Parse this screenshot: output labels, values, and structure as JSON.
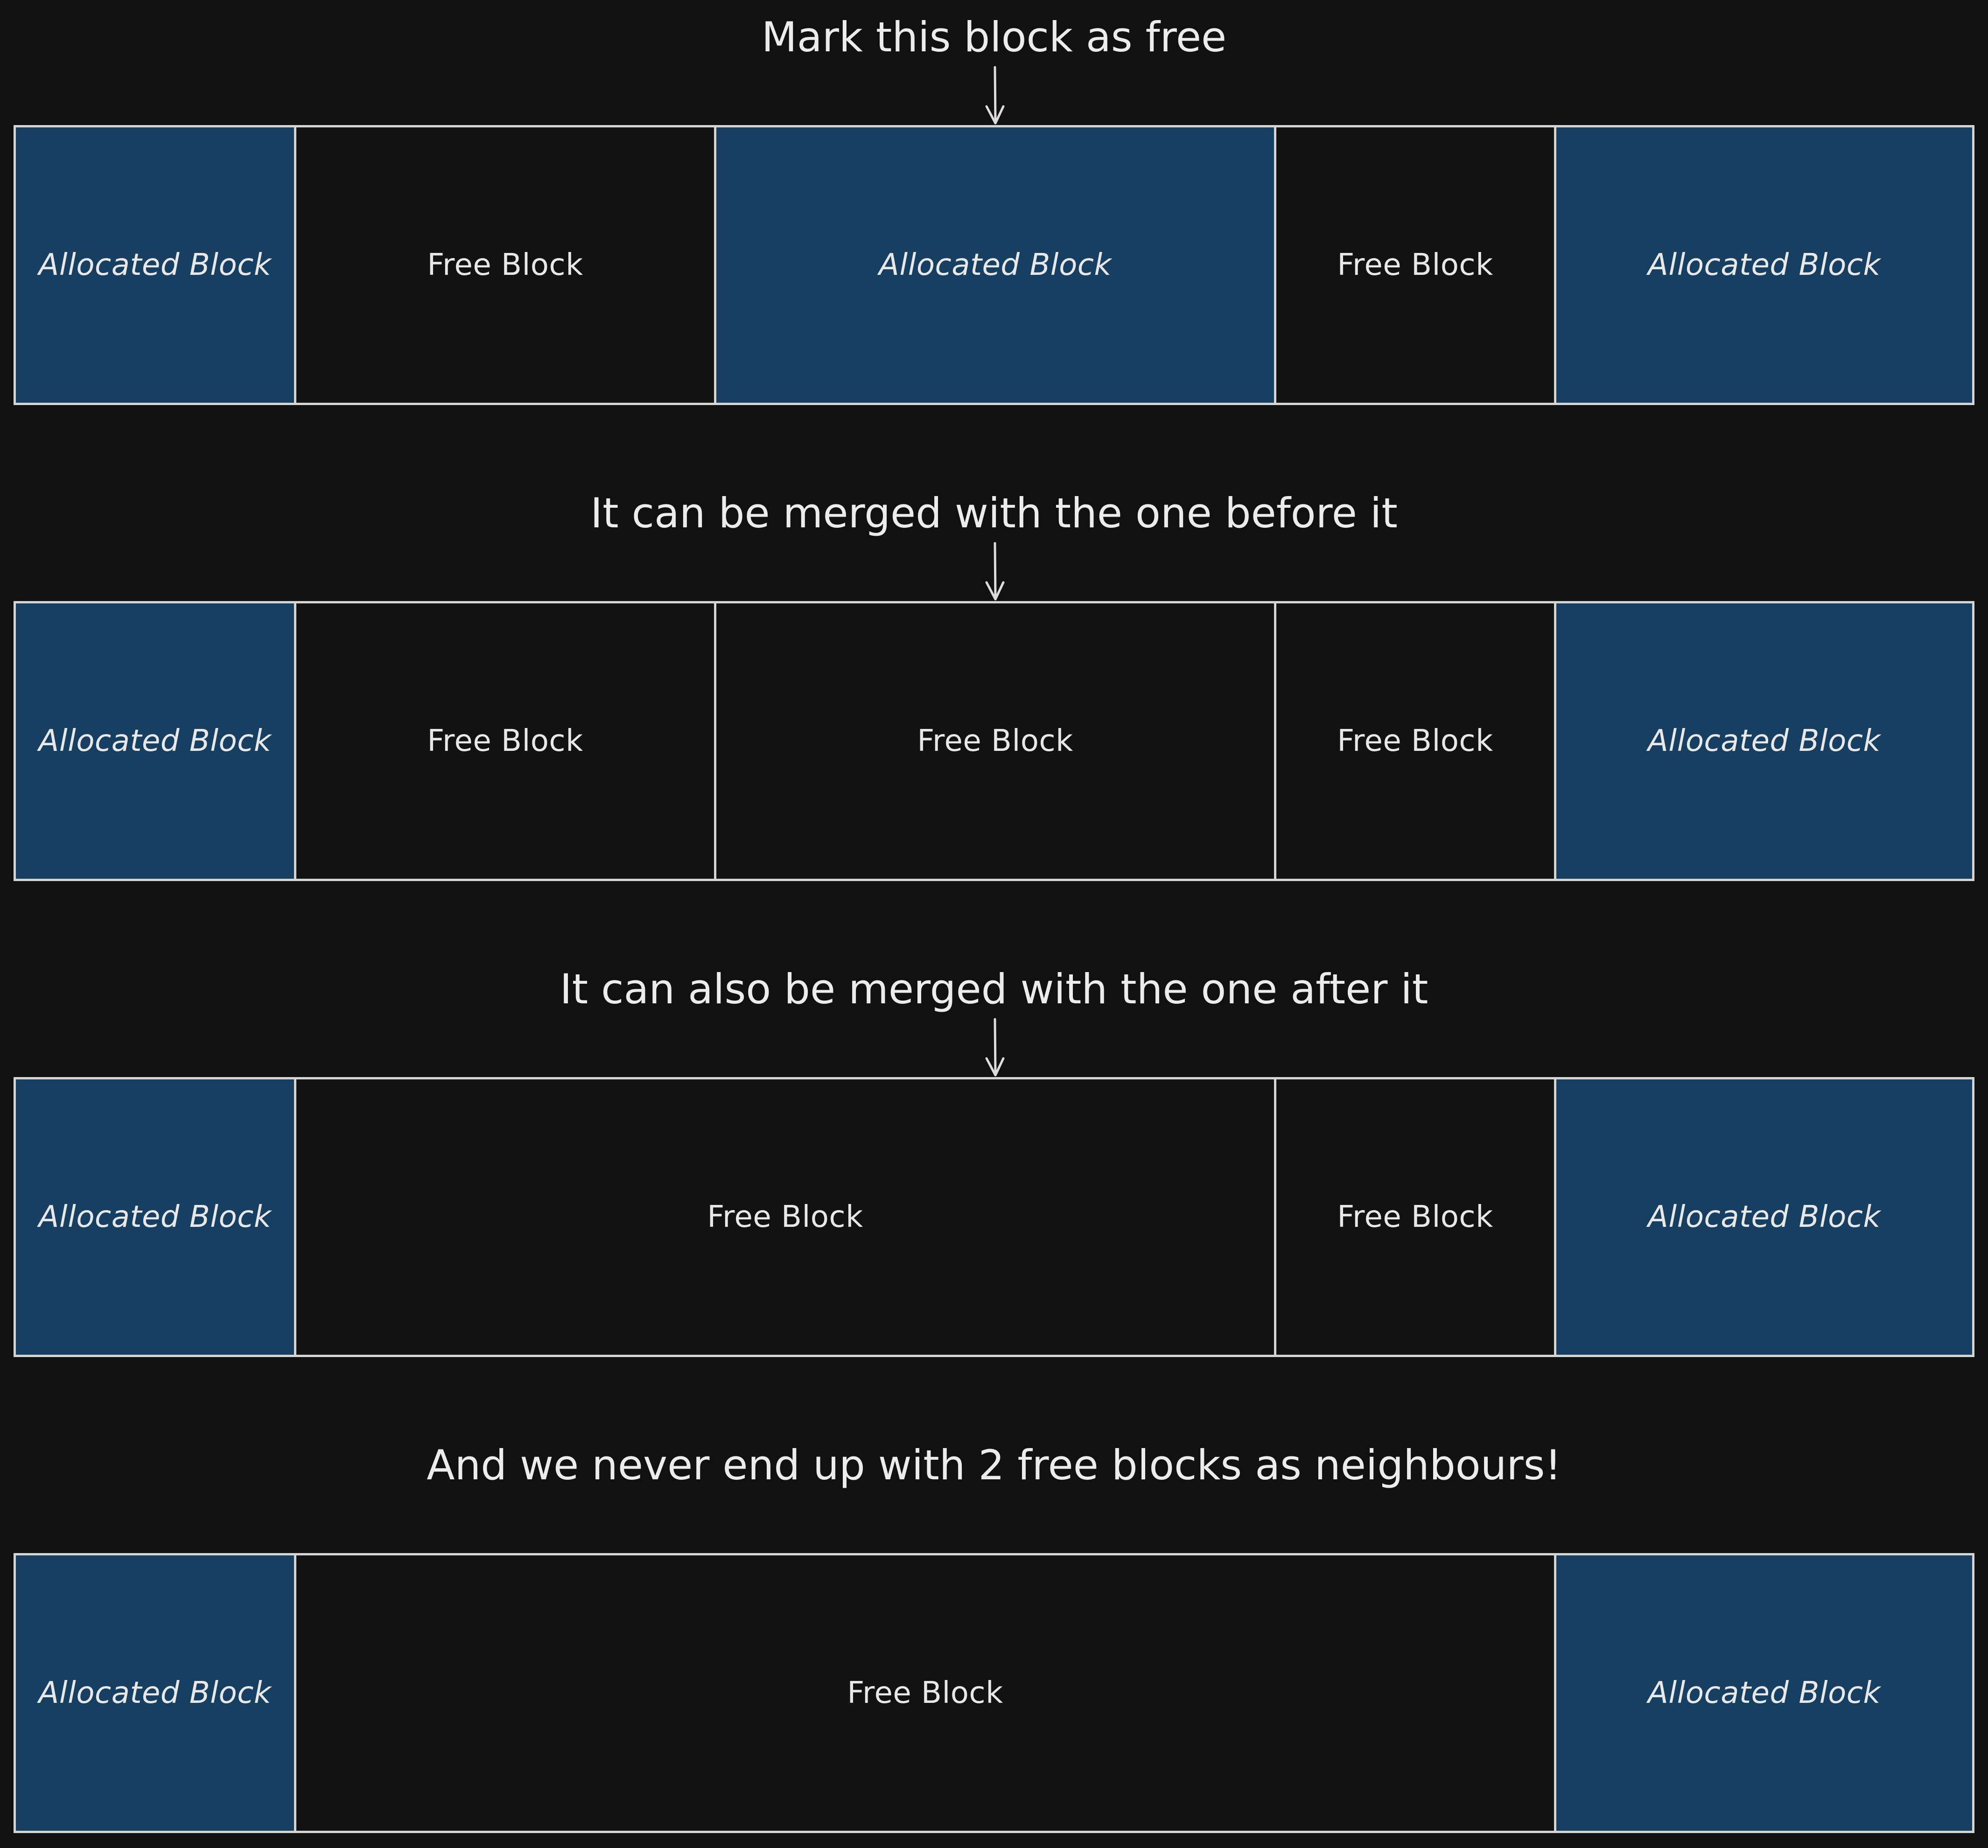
{
  "colors": {
    "background": "#111111",
    "allocated_fill": "#173f61",
    "free_fill": "#121212",
    "stroke": "#d4d4d4",
    "text": "#e8e8e8"
  },
  "icons": [
    "arrow-down-icon"
  ],
  "stages": [
    {
      "caption": "Mark this block as free",
      "has_arrow": true,
      "blocks": [
        {
          "label": "Allocated Block",
          "kind": "allocated"
        },
        {
          "label": "Free Block",
          "kind": "free"
        },
        {
          "label": "Allocated Block",
          "kind": "allocated"
        },
        {
          "label": "Free Block",
          "kind": "free"
        },
        {
          "label": "Allocated Block",
          "kind": "allocated"
        }
      ]
    },
    {
      "caption": "It can be merged with the one before it",
      "has_arrow": true,
      "blocks": [
        {
          "label": "Allocated Block",
          "kind": "allocated"
        },
        {
          "label": "Free Block",
          "kind": "free"
        },
        {
          "label": "Free Block",
          "kind": "free"
        },
        {
          "label": "Free Block",
          "kind": "free"
        },
        {
          "label": "Allocated Block",
          "kind": "allocated"
        }
      ]
    },
    {
      "caption": "It can also be merged with the one after it",
      "has_arrow": true,
      "blocks": [
        {
          "label": "Allocated Block",
          "kind": "allocated"
        },
        {
          "label": "Free Block",
          "kind": "free"
        },
        {
          "label": "Free Block",
          "kind": "free"
        },
        {
          "label": "Allocated Block",
          "kind": "allocated"
        }
      ]
    },
    {
      "caption": "And we never end up with 2 free blocks as neighbours!",
      "has_arrow": false,
      "blocks": [
        {
          "label": "Allocated Block",
          "kind": "allocated"
        },
        {
          "label": "Free Block",
          "kind": "free"
        },
        {
          "label": "Allocated Block",
          "kind": "allocated"
        }
      ]
    }
  ]
}
